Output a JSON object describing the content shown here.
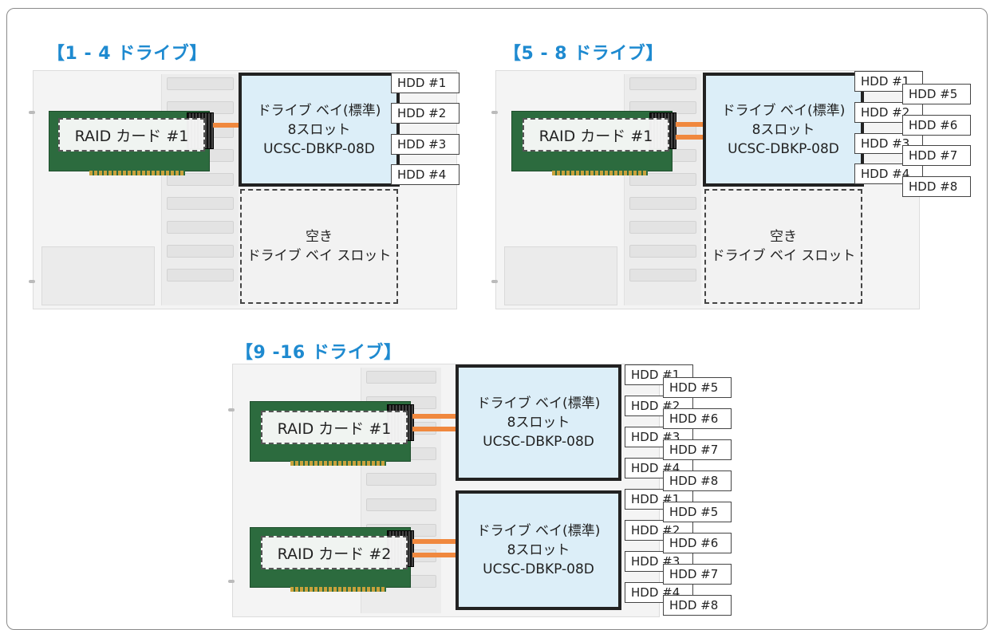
{
  "titles": {
    "t1": "【1 - 4 ドライブ】",
    "t2": "【5 - 8 ドライブ】",
    "t3": "【9 -16 ドライブ】"
  },
  "raid": {
    "card1": "RAID カード #1",
    "card2": "RAID カード #2"
  },
  "bay": {
    "line1": "ドライブ ベイ(標準)",
    "line2": "8スロット",
    "line3": "UCSC-DBKP-08D"
  },
  "empty_bay": {
    "line1": "空き",
    "line2": "ドライブ ベイ スロット"
  },
  "hdd": [
    "HDD #1",
    "HDD #2",
    "HDD #3",
    "HDD #4",
    "HDD #5",
    "HDD #6",
    "HDD #7",
    "HDD #8"
  ],
  "colors": {
    "title": "#1e8ad0",
    "bay_fill": "#dceef8",
    "cable": "#f0883e"
  }
}
